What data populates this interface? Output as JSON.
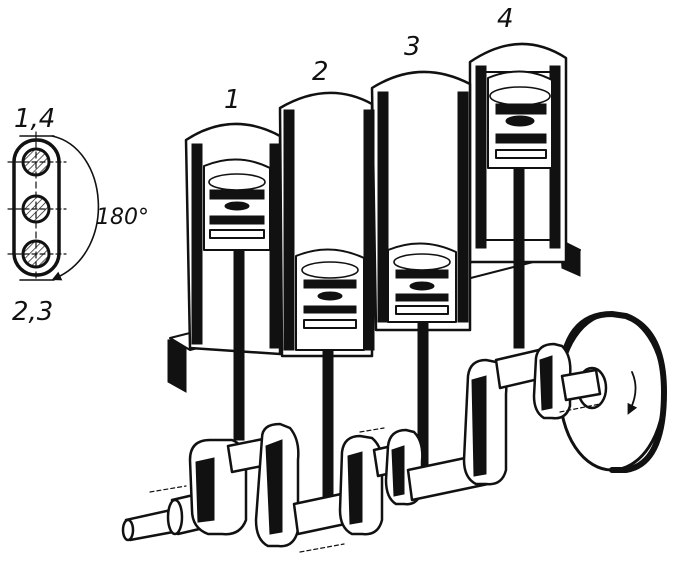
{
  "diagram": {
    "cylinder_labels": [
      "1",
      "2",
      "3",
      "4"
    ],
    "firing_pair_top": "1,4",
    "firing_pair_bottom": "2,3",
    "crank_angle": "180°"
  },
  "colors": {
    "ink": "#111111",
    "paper": "#ffffff"
  }
}
